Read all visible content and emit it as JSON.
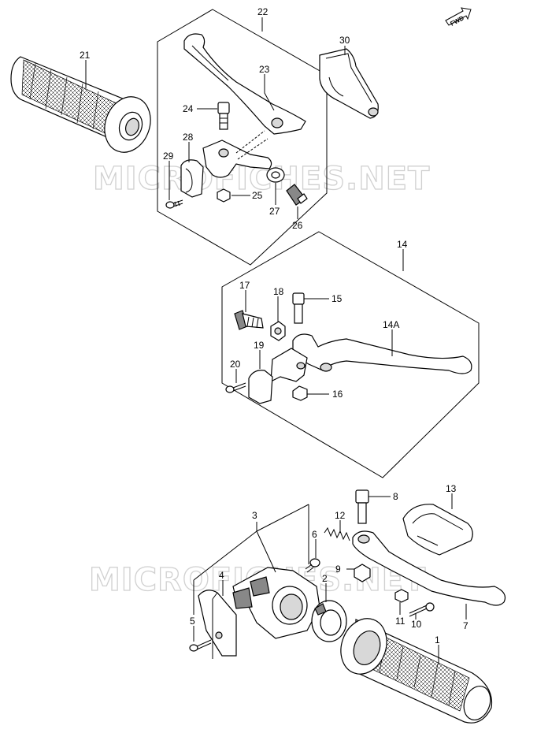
{
  "watermark": "MICROFICHES.NET",
  "fwd_label": "FWD",
  "part_labels": {
    "p1": "1",
    "p2": "2",
    "p3": "3",
    "p4": "4",
    "p5": "5",
    "p6": "6",
    "p7": "7",
    "p8": "8",
    "p9": "9",
    "p10": "10",
    "p11": "11",
    "p12": "12",
    "p13": "13",
    "p14": "14",
    "p14a": "14A",
    "p15": "15",
    "p16": "16",
    "p17": "17",
    "p18": "18",
    "p19": "19",
    "p20": "20",
    "p21": "21",
    "p22": "22",
    "p23": "23",
    "p24": "24",
    "p25": "25",
    "p26": "26",
    "p27": "27",
    "p28": "28",
    "p29": "29",
    "p30": "30"
  }
}
